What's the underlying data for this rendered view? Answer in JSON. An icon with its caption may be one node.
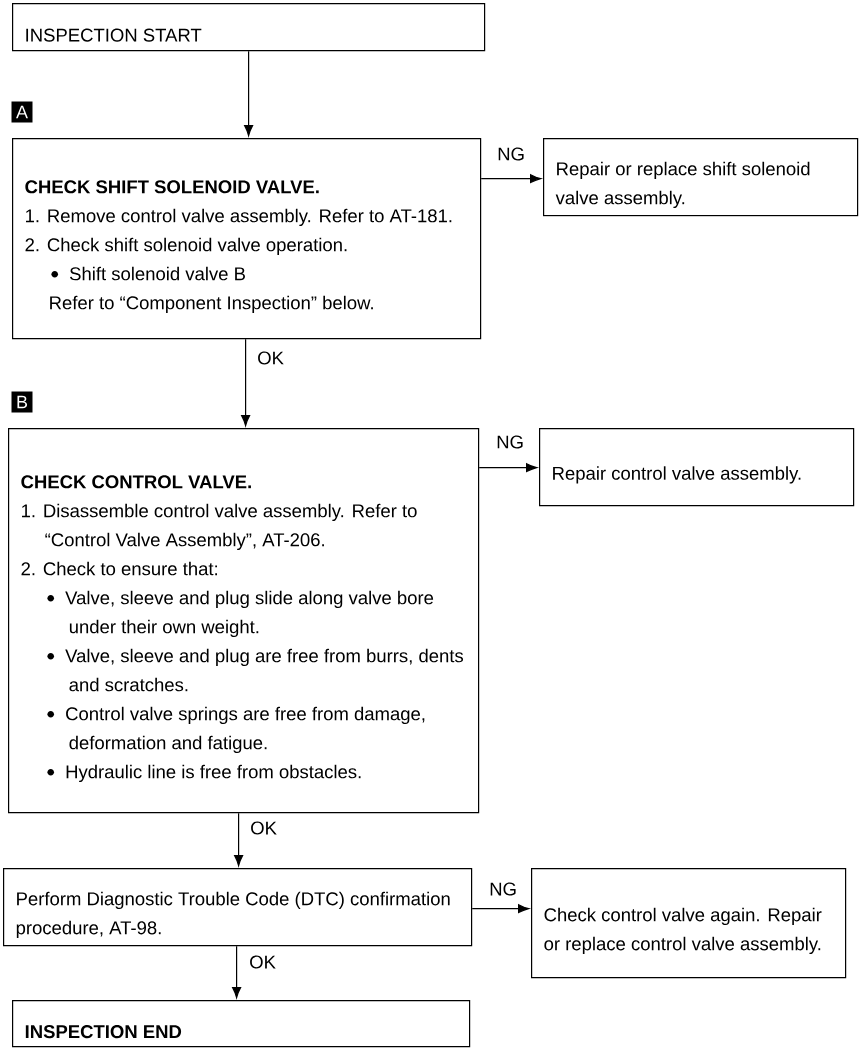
{
  "diagram": {
    "nodes": [
      {
        "text": [
          "INSPECTION START"
        ]
      },
      {
        "text": [
          "CHECK SHIFT SOLENOID VALVE.",
          "1. Remove control valve assembly. Refer to AT-181.",
          "2. Check shift solenoid valve operation.",
          "Shift solenoid valve B",
          "Refer to “Component Inspection” below."
        ]
      },
      {
        "text": [
          "Repair or replace shift solenoid valve assembly."
        ]
      },
      {
        "text": [
          "CHECK CONTROL VALVE.",
          "1. Disassemble control valve assembly. Refer to “Control Valve Assembly”, AT-206.",
          "2. Check to ensure that:",
          "Valve, sleeve and plug slide along valve bore under their own weight.",
          "Valve, sleeve and plug are free from burrs, dents and scratches.",
          "Control valve springs are free from damage, deformation and fatigue.",
          "Hydraulic line is free from obstacles."
        ]
      },
      {
        "text": [
          "Repair control valve assembly."
        ]
      },
      {
        "text": [
          "Perform Diagnostic Trouble Code (DTC) confirmation procedure, AT-98."
        ]
      },
      {
        "text": [
          "Check control valve again. Repair or replace control valve assembly."
        ]
      },
      {
        "text": [
          "INSPECTION END"
        ]
      }
    ],
    "edges": [
      {
        "from": 0,
        "to": 1,
        "arrow": "to"
      },
      {
        "from": 1,
        "to": 2,
        "arrow": "to",
        "label": "NG"
      },
      {
        "from": 1,
        "to": 3,
        "arrow": "to",
        "label": "OK"
      },
      {
        "from": 3,
        "to": 4,
        "arrow": "to",
        "label": "NG"
      },
      {
        "from": 3,
        "to": 5,
        "arrow": "to",
        "label": "OK"
      },
      {
        "from": 5,
        "to": 6,
        "arrow": "to",
        "label": "NG"
      },
      {
        "from": 5,
        "to": 7,
        "arrow": "to",
        "label": "OK"
      }
    ],
    "labels": [
      "A",
      "B"
    ]
  }
}
